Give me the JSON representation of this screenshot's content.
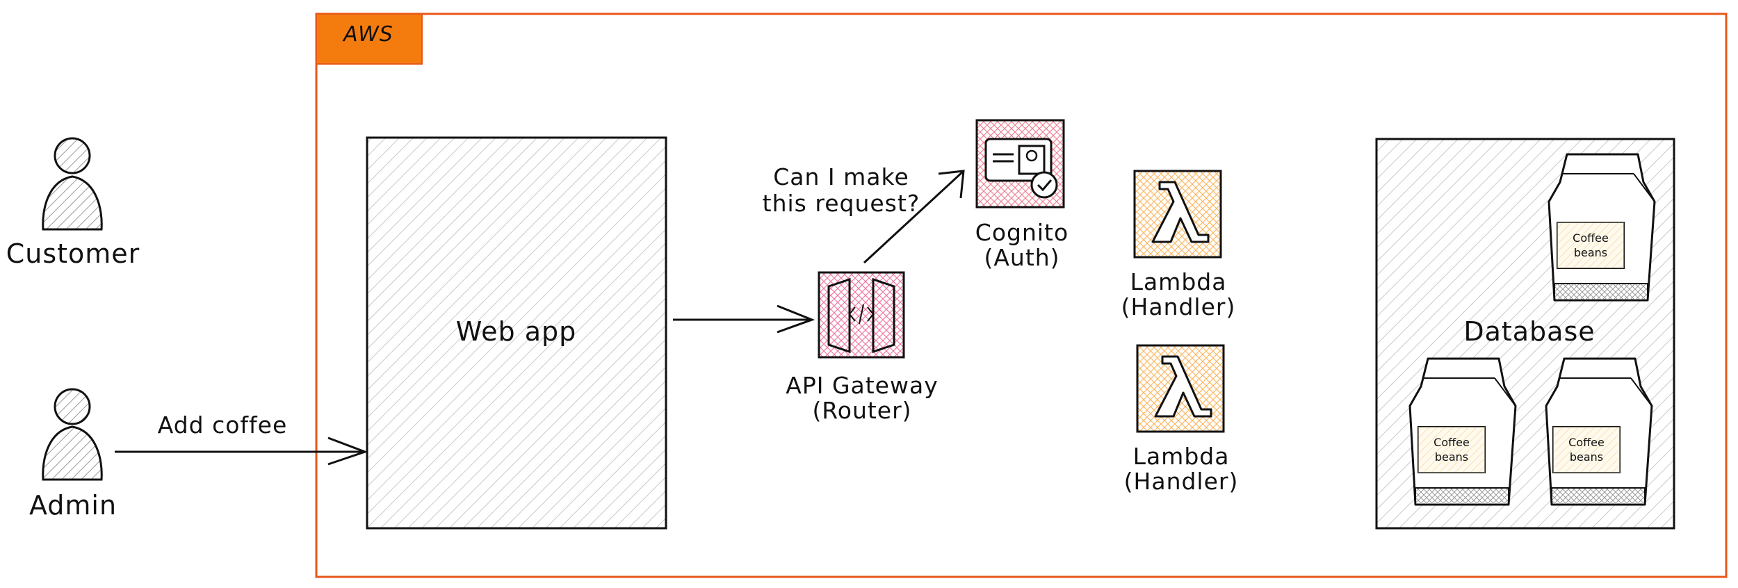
{
  "aws": {
    "label": "AWS",
    "color": "#e8571b",
    "tab_color": "#f47c0f"
  },
  "actors": {
    "customer": {
      "label": "Customer"
    },
    "admin": {
      "label": "Admin"
    }
  },
  "edges": {
    "admin_to_webapp": {
      "label": "Add coffee"
    },
    "gateway_to_cognito": {
      "label_line1": "Can I make",
      "label_line2": "this request?"
    }
  },
  "web_app": {
    "label": "Web app"
  },
  "api_gateway": {
    "label_line1": "API Gateway",
    "label_line2": "(Router)",
    "color": "#e7457a"
  },
  "cognito": {
    "label_line1": "Cognito",
    "label_line2": "(Auth)",
    "color": "#dd344c"
  },
  "lambdas": [
    {
      "label_line1": "Lambda",
      "label_line2": "(Handler)"
    },
    {
      "label_line1": "Lambda",
      "label_line2": "(Handler)"
    }
  ],
  "lambda_color": "#f78e04",
  "database": {
    "label": "Database",
    "bags": [
      {
        "label_line1": "Coffee",
        "label_line2": "beans"
      },
      {
        "label_line1": "Coffee",
        "label_line2": "beans"
      },
      {
        "label_line1": "Coffee",
        "label_line2": "beans"
      }
    ],
    "bag_label_color": "#fff3d6"
  },
  "icons": [
    "person-icon",
    "api-gateway-icon",
    "cognito-icon",
    "lambda-icon",
    "coffee-bag-icon",
    "arrow-icon"
  ]
}
